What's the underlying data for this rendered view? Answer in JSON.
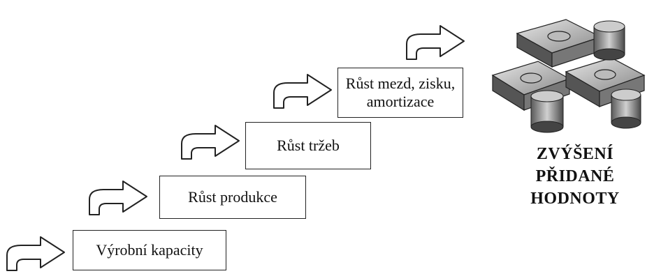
{
  "steps": [
    {
      "label": "Výrobní kapacity"
    },
    {
      "label": "Růst produkce"
    },
    {
      "label": "Růst tržeb"
    },
    {
      "label": "Růst mezd, zisku, amortizace"
    }
  ],
  "result": {
    "line1": "ZVÝŠENÍ",
    "line2": "PŘIDANÉ HODNOTY",
    "icon": "money-stacks-icon"
  },
  "arrow_icon": "curved-arrow-right-icon"
}
